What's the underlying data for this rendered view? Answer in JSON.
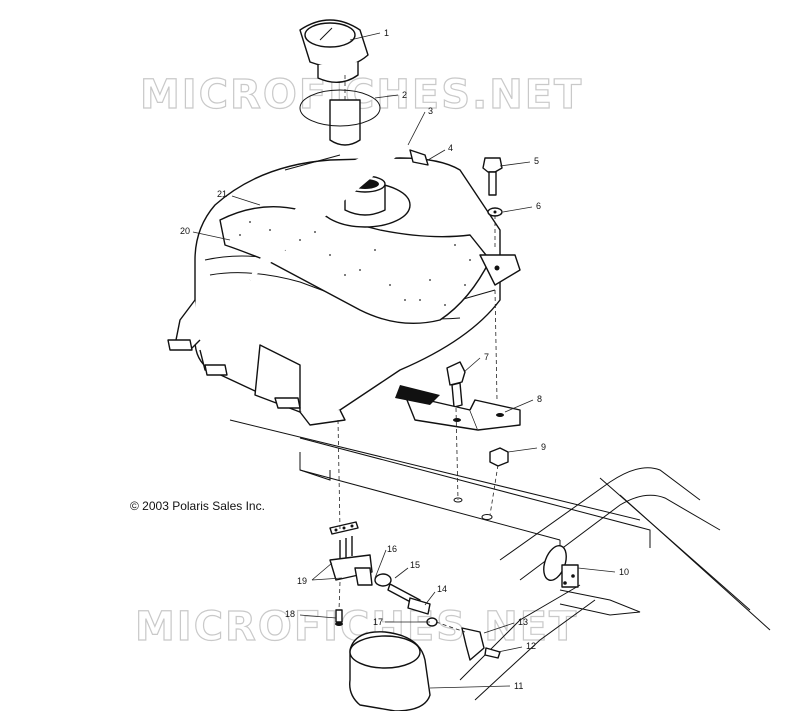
{
  "watermark_text": "MICROFICHES.NET",
  "copyright": "© 2003 Polaris Sales Inc.",
  "callouts": [
    "1",
    "2",
    "3",
    "4",
    "5",
    "6",
    "7",
    "8",
    "9",
    "10",
    "11",
    "12",
    "13",
    "14",
    "15",
    "16",
    "17",
    "18",
    "19",
    "20",
    "21"
  ]
}
